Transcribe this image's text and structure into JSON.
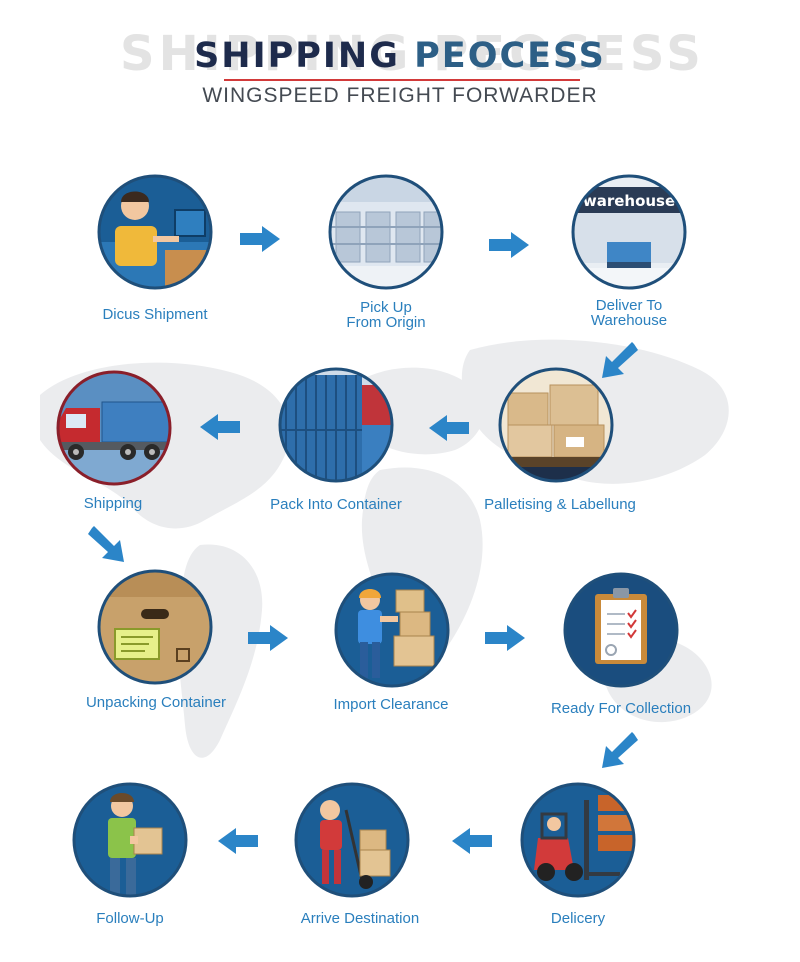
{
  "header": {
    "ghost_title": "SHIPPING PEOCESS",
    "title_part1": "SHIPPING",
    "title_part2": "PEOCESS",
    "subtitle": "WINGSPEED FREIGHT FORWARDER"
  },
  "steps": [
    {
      "label": "Dicus Shipment",
      "icon": "agent-at-desk-icon"
    },
    {
      "label": "Pick Up\nFrom Origin",
      "icon": "warehouse-racks-icon"
    },
    {
      "label": "Deliver To\nWarehouse",
      "icon": "warehouse-icon",
      "sign": "warehouse"
    },
    {
      "label": "Palletising & Labellung",
      "icon": "pallet-boxes-icon"
    },
    {
      "label": "Pack Into Container",
      "icon": "shipping-containers-icon"
    },
    {
      "label": "Shipping",
      "icon": "truck-icon"
    },
    {
      "label": "Unpacking Container",
      "icon": "open-box-icon"
    },
    {
      "label": "Import Clearance",
      "icon": "worker-scanning-boxes-icon"
    },
    {
      "label": "Ready For Collection",
      "icon": "clipboard-checklist-icon"
    },
    {
      "label": "Delicery",
      "icon": "forklift-icon"
    },
    {
      "label": "Arrive Destination",
      "icon": "hand-truck-worker-icon"
    },
    {
      "label": "Follow-Up",
      "icon": "person-holding-box-icon"
    }
  ],
  "colors": {
    "accent_blue": "#2a7fbd",
    "arrow_blue": "#2b85c8",
    "circle_ring": "#1f4f7a",
    "title_dark": "#1e2b4c",
    "title_rule": "#d23a3a"
  }
}
